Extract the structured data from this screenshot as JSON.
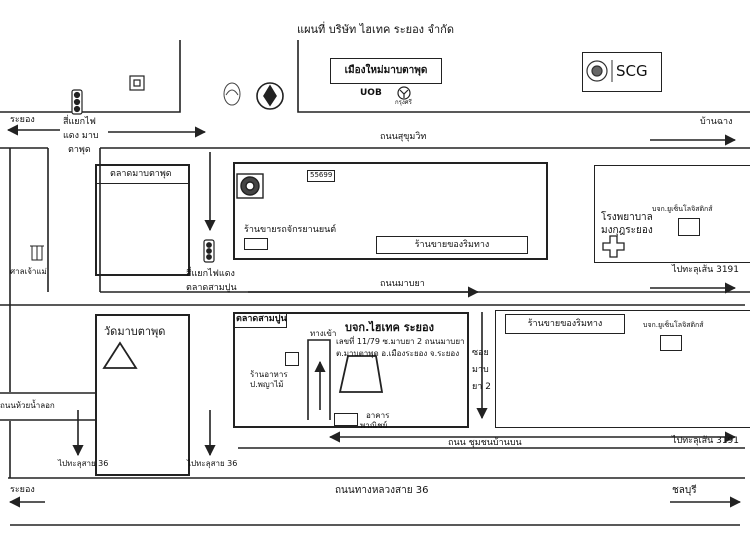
{
  "title": "แผนที่ บริษัท ไฮเทค ระยอง จำกัด",
  "landmarks": {
    "mueang_mai": "เมืองใหม่มาบตาพุด",
    "uob": "UOB",
    "krungsri": "กรุงศรี",
    "scg": "SCG",
    "lottery_number": "55699"
  },
  "roads": {
    "sukhumvit": "ถนนสุขุมวิท",
    "mabya": "ถนนมาบยา",
    "highway36": "ถนนทางหลวงสาย 36",
    "chumchon": "ถนน ชุมชนบ้านบน",
    "soi_mabya2": "ซอย มาบ ยา 2",
    "thanon_huai_nam_lok": "ถนนห้วยน้ำลอก"
  },
  "directions": {
    "rayong_top": "ระยอง",
    "ban_chang": "บ้านฉาง",
    "to_3191_upper": "ไปทะลุเส้น 3191",
    "to_3191_lower": "ไปทะลุเส้น 3191",
    "to_36_left": "ไปทะลุสาย 36",
    "to_36_mid": "ไปทะลุสาย 36",
    "rayong_bottom": "ระยอง",
    "chonburi": "ชลบุรี"
  },
  "intersections": {
    "mabtaphut_line1": "สี่แยกไฟ",
    "mabtaphut_line2": "แดง มาบ",
    "mabtaphut_line3": "ตาพุด",
    "talat_line1": "สี่แยกไฟแดง",
    "talat_line2": "ตลาดสามปูน"
  },
  "places": {
    "talat_mabtaphut": "ตลาดมาบตาพุด",
    "motorcycle_shop": "ร้านขายรถจักรยานยนต์",
    "roadside_shop_upper": "ร้านขายของริมทาง",
    "hospital_line1": "โรงพยาบาล",
    "hospital_line2": "มงกุฎระยอง",
    "logistics_upper": "บจก.ยูเซ็นโลจิสติกส์",
    "san_chao_mae": "ศาลเจ้าแม่",
    "wat": "วัดมาบตาพุด",
    "talat_sampun": "ตลาดสามปูน",
    "entrance": "ทางเข้า",
    "restaurant_line1": "ร้านอาหาร",
    "restaurant_line2": "ป.พญาไม้",
    "building_line1": "อาคาร",
    "building_line2": "พาณิชย์",
    "roadside_shop_lower": "ร้านขายของริมทาง",
    "logistics_lower": "บจก.ยูเซ็นโลจิสติกส์"
  },
  "company": {
    "name": "บจก.ไฮเทค ระยอง",
    "address_line1": "เลขที่ 11/79 ซ.มาบยา 2 ถนนมาบยา",
    "address_line2": "ต.มาบตาพุด อ.เมืองระยอง จ.ระยอง"
  },
  "colors": {
    "ink": "#111111",
    "line": "#222222",
    "background": "#ffffff"
  }
}
